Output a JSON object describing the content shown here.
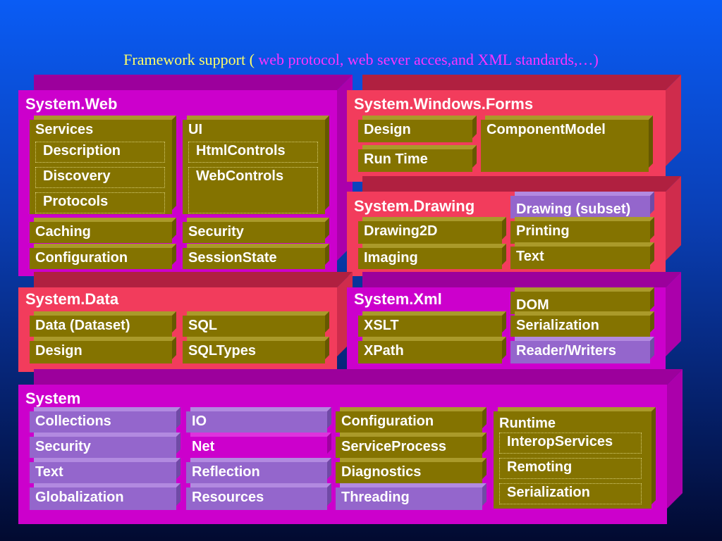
{
  "title": {
    "prefix": "Framework support (",
    "highlight": " web protocol, web sever acces,and XML standards,…)"
  },
  "web": {
    "title": "System.Web",
    "services": {
      "label": "Services",
      "items": [
        "Description",
        "Discovery",
        "Protocols"
      ]
    },
    "ui": {
      "label": "UI",
      "items": [
        "HtmlControls",
        "WebControls"
      ]
    },
    "caching": "Caching",
    "configuration": "Configuration",
    "security": "Security",
    "sessionstate": "SessionState"
  },
  "forms": {
    "title": "System.Windows.Forms",
    "design": "Design",
    "runtime": "Run Time",
    "componentmodel": "ComponentModel"
  },
  "drawing": {
    "title": "System.Drawing",
    "subset": "Drawing (subset)",
    "drawing2d": "Drawing2D",
    "imaging": "Imaging",
    "printing": "Printing",
    "text": "Text"
  },
  "data": {
    "title": "System.Data",
    "dataset": "Data (Dataset)",
    "design": "Design",
    "sql": "SQL",
    "sqltypes": "SQLTypes"
  },
  "xml": {
    "title": "System.Xml",
    "xslt": "XSLT",
    "xpath": "XPath",
    "dom": "DOM",
    "serialization": "Serialization",
    "readerwriters": "Reader/Writers"
  },
  "system": {
    "title": "System",
    "col1": [
      "Collections",
      "Security",
      "Text",
      "Globalization"
    ],
    "col2": [
      "IO",
      "Net",
      "Reflection",
      "Resources"
    ],
    "col3": [
      "Configuration",
      "ServiceProcess",
      "Diagnostics",
      "Threading"
    ],
    "runtime": {
      "label": "Runtime",
      "items": [
        "InteropServices",
        "Remoting",
        "Serialization"
      ]
    }
  },
  "colors": {
    "magenta": "#cc00cc",
    "crimson": "#f23c5c",
    "olive": "#847300",
    "lavender": "#9466cc",
    "title_yellow": "#ffff66",
    "title_pink": "#ff33ff"
  }
}
